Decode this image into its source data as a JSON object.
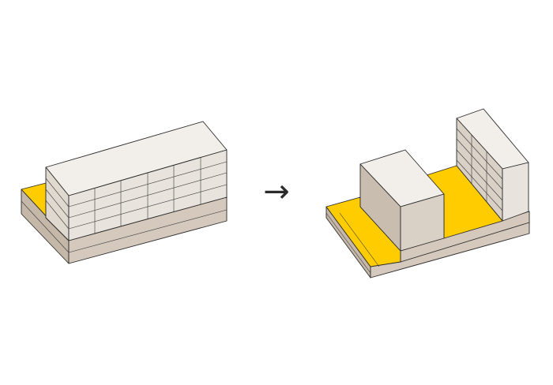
{
  "diagram": {
    "arrow_glyph": "→",
    "colors": {
      "background": "#ffffff",
      "yellow": "#ffcc00",
      "block_top": "#f2efeb",
      "block_front": "#e8e3dd",
      "block_side": "#d9d0c6",
      "podium_front": "#d4c9bc",
      "podium_side": "#c5b8a9",
      "outline": "#2b2b2b"
    },
    "before": {
      "label": "",
      "parts": [
        "podium",
        "yellow-ground",
        "long-block"
      ]
    },
    "after": {
      "label": "",
      "parts": [
        "podium",
        "yellow-ramp",
        "yellow-courtyard",
        "box-block",
        "tower-block"
      ]
    }
  }
}
